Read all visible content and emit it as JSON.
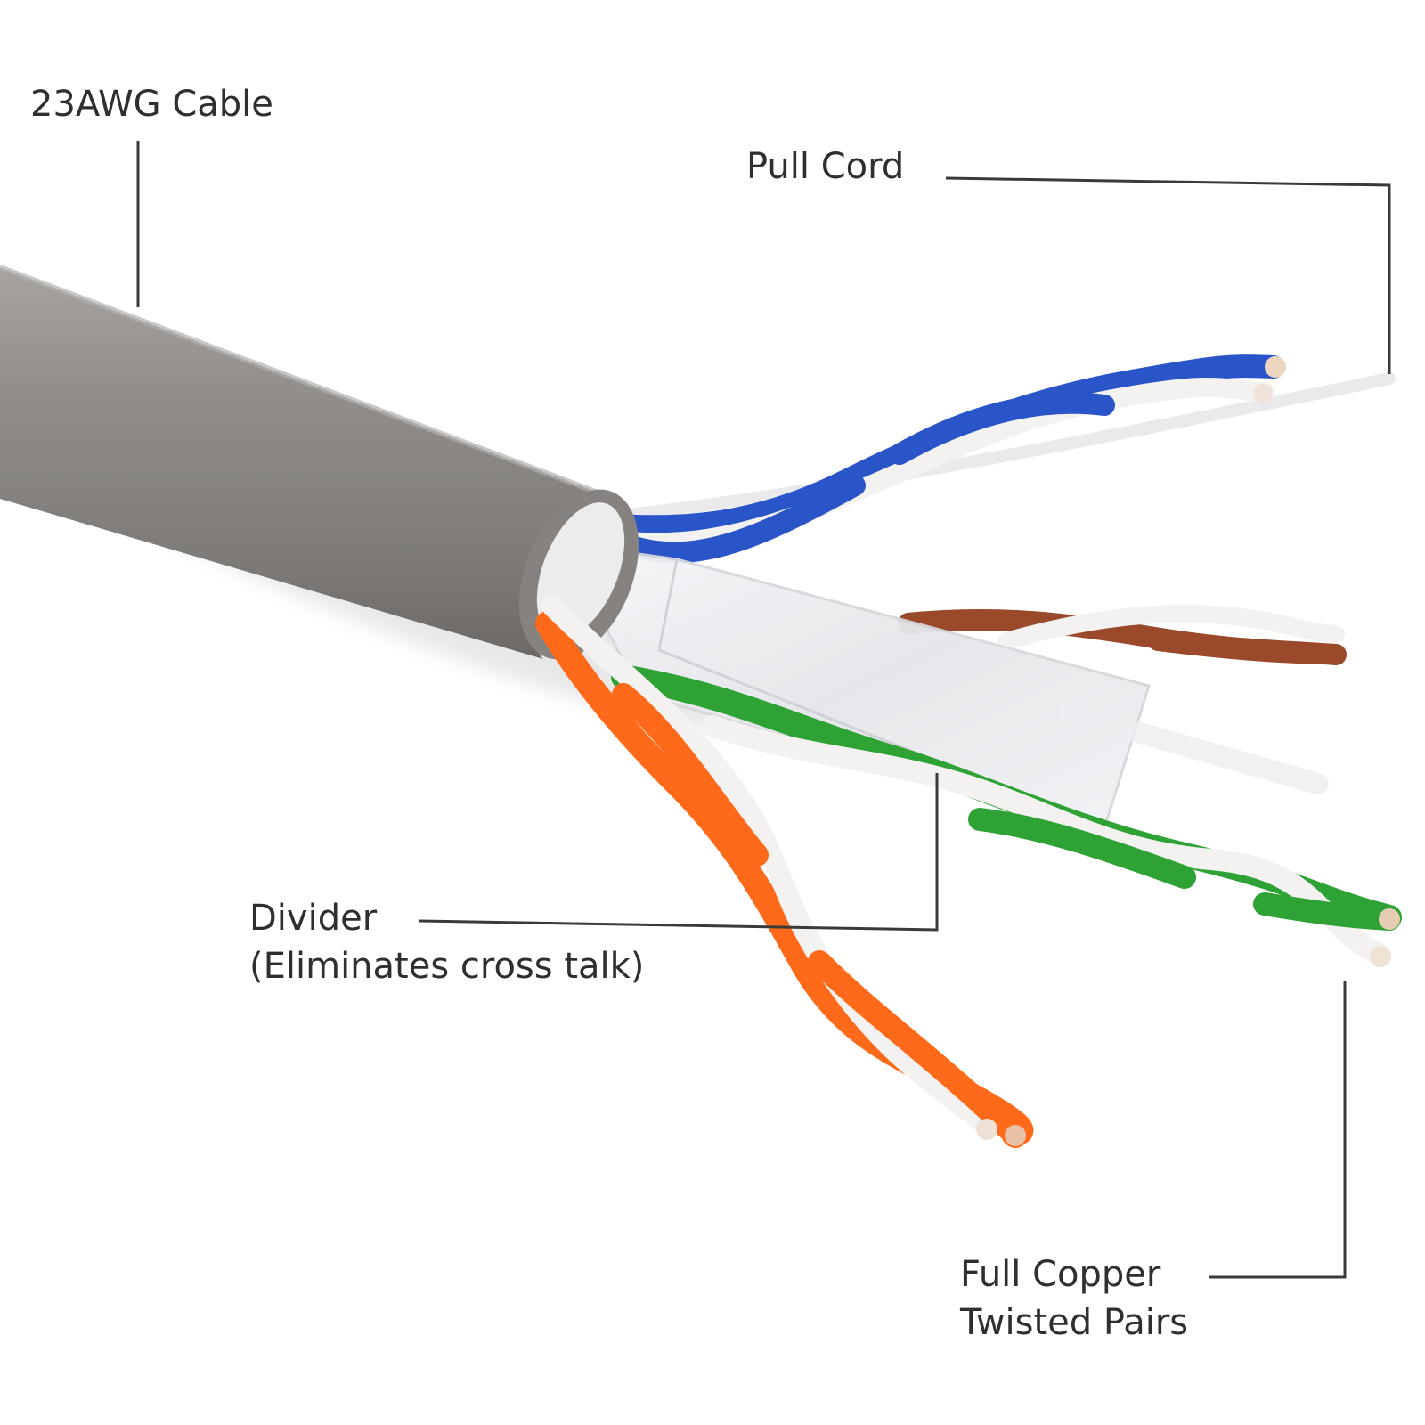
{
  "labels": {
    "cable": "23AWG Cable",
    "pull_cord": "Pull Cord",
    "divider_line1": "Divider",
    "divider_line2": "(Eliminates cross talk)",
    "copper_line1": "Full Copper",
    "copper_line2": "Twisted Pairs"
  },
  "colors": {
    "jacket": "#8f8c8a",
    "blue_pair": "#2a55c9",
    "brown_pair": "#9a4a2a",
    "green_pair": "#2fa236",
    "orange_pair": "#ff6a1a",
    "white_stripe": "#f4f2f0",
    "leader_line": "#3a3a3a"
  }
}
